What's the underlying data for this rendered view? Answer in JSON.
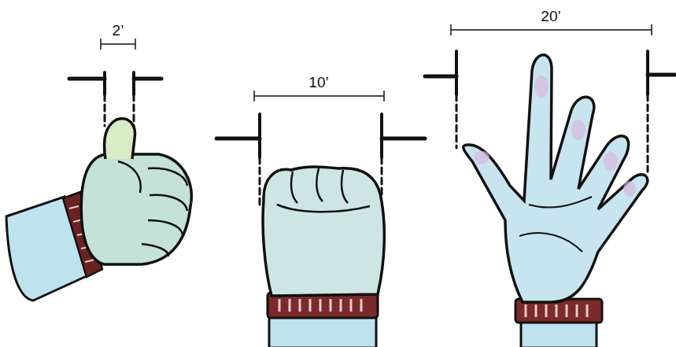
{
  "diagram": {
    "labels": [
      "2’",
      "10’",
      "20’"
    ]
  }
}
